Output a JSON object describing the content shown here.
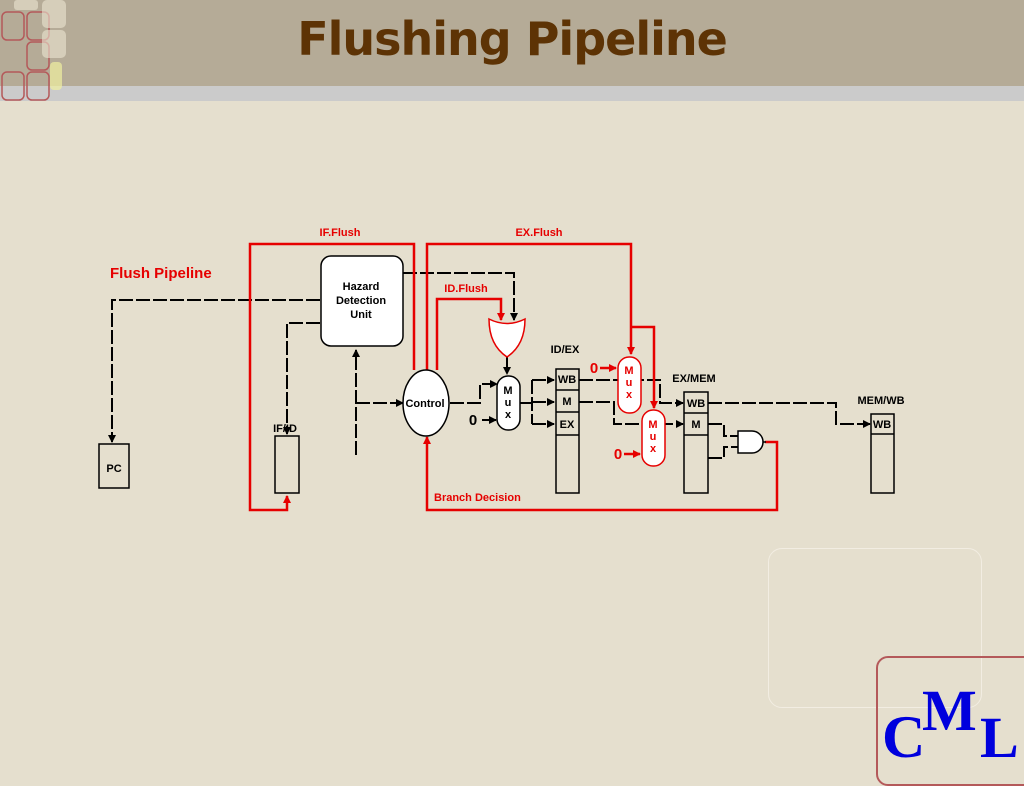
{
  "slide": {
    "title": "Flushing Pipeline"
  },
  "diagram": {
    "flush_pipeline_label": "Flush Pipeline",
    "if_flush_label": "IF.Flush",
    "ex_flush_label": "EX.Flush",
    "id_flush_label": "ID.Flush",
    "branch_decision_label": "Branch Decision",
    "hazard_unit": [
      "Hazard",
      "Detection",
      "Unit"
    ],
    "control_label": "Control",
    "pc_label": "PC",
    "ifid_label": "IF/ID",
    "idex_label": "ID/EX",
    "exmem_label": "EX/MEM",
    "memwb_label": "MEM/WB",
    "mux_letters": [
      "M",
      "u",
      "x"
    ],
    "wb_label": "WB",
    "m_label": "M",
    "ex_label": "EX",
    "zero": "0"
  },
  "logo": {
    "letters": [
      "C",
      "M",
      "L"
    ]
  },
  "colors": {
    "red": "#e60000",
    "title": "#5d3305",
    "logo": "#0000dd"
  }
}
